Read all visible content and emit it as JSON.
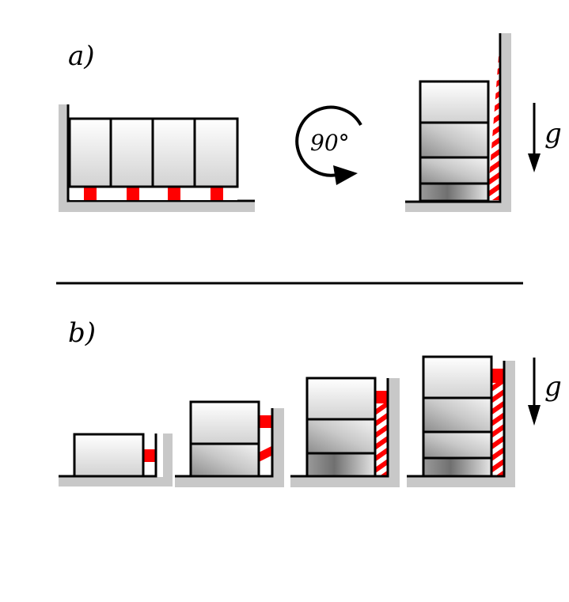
{
  "panel_a": {
    "label": "a)",
    "rotation_label": "90°",
    "gravity_label": "g"
  },
  "panel_b": {
    "label": "b)",
    "gravity_label": "g"
  },
  "colors": {
    "stripe": "#ff0000",
    "shadow": "#c8c8c8",
    "outline": "#000000",
    "background": "#ffffff"
  }
}
